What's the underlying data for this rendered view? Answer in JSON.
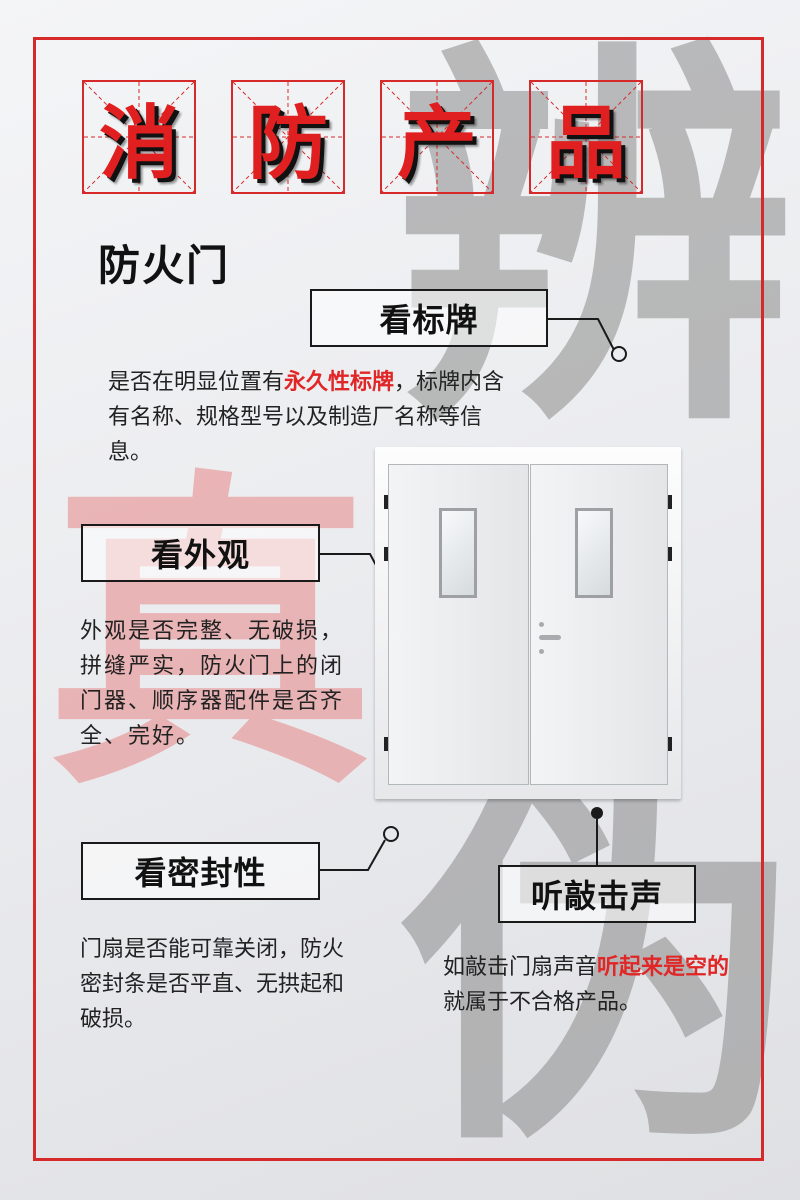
{
  "header": {
    "title_chars": [
      "消",
      "防",
      "产",
      "品"
    ],
    "subtitle": "防火门"
  },
  "background": {
    "gray_chars": [
      "辨",
      "伪"
    ],
    "red_char": "真"
  },
  "sections": {
    "nameplate": {
      "label": "看标牌",
      "text_before": "是否在明显位置有",
      "highlight": "永久性标牌",
      "text_after": "，标牌内含有名称、规格型号以及制造厂名称等信息。"
    },
    "appearance": {
      "label": "看外观",
      "text": "外观是否完整、无破损，拼缝严实，防火门上的闭门器、顺序器配件是否齐全、完好。"
    },
    "sealing": {
      "label": "看密封性",
      "text": "门扇是否能可靠关闭，防火密封条是否平直、无拱起和破损。"
    },
    "knock": {
      "label": "听敲击声",
      "text_before": "如敲击门扇声音",
      "highlight": "听起来是空的",
      "text_after": "就属于不合格产品。"
    }
  },
  "colors": {
    "accent_red": "#d62a2a",
    "highlight_red": "#e02626",
    "text_dark": "#1a1a1a"
  },
  "icons": [
    "door-illustration",
    "connector-circle",
    "connector-dot"
  ]
}
